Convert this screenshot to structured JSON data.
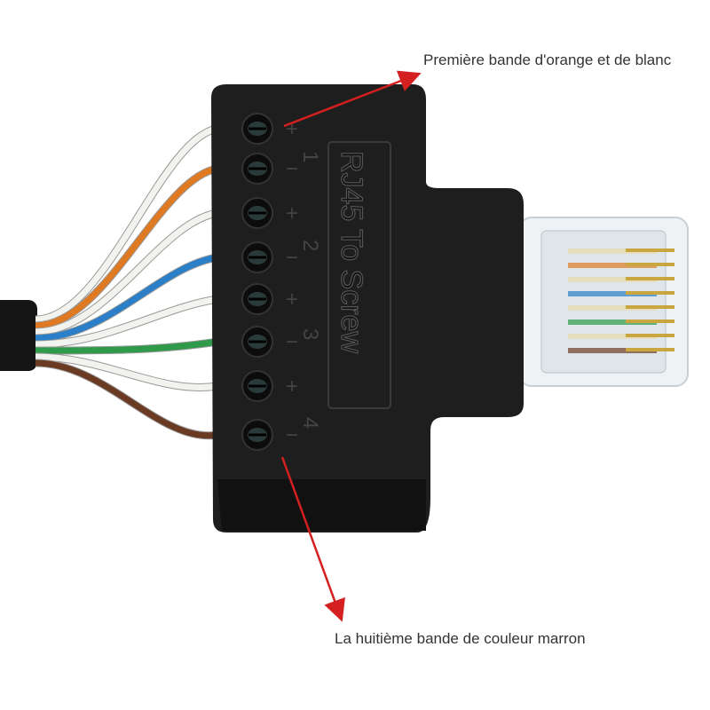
{
  "annotations": {
    "top": "Première bande d'orange et de blanc",
    "bottom": "La huitième bande de couleur marron"
  },
  "product": {
    "block_text": "RJ45 To Screw",
    "pair_numbers": [
      "1",
      "2",
      "3",
      "4"
    ],
    "polarity": [
      "+",
      "−",
      "+",
      "−",
      "+",
      "−",
      "+",
      "−"
    ]
  },
  "colors": {
    "arrow": "#d42020",
    "block": "#1c1c1c",
    "wires": [
      "#f2f2ee",
      "#e07a22",
      "#f2f2ee",
      "#2a7fc8",
      "#f2f2ee",
      "#2e9a4a",
      "#f2f2ee",
      "#6b3a22"
    ]
  }
}
